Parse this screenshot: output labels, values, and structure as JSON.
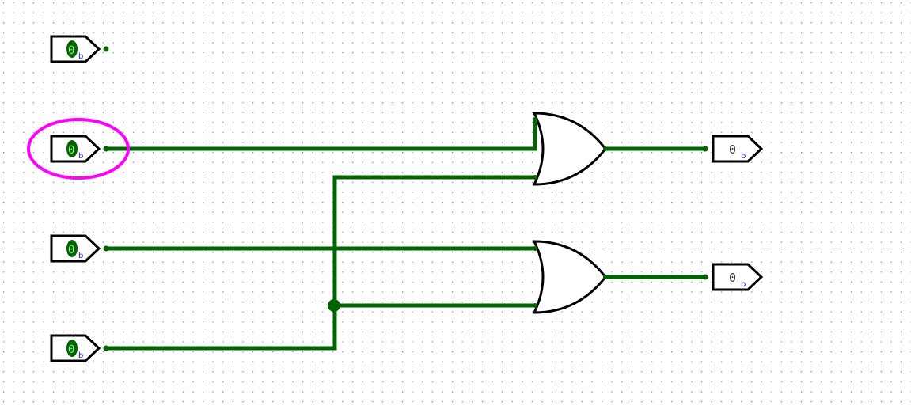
{
  "circuit": {
    "inputs": [
      {
        "value": "0",
        "radix": "b"
      },
      {
        "value": "0",
        "radix": "b"
      },
      {
        "value": "0",
        "radix": "b"
      },
      {
        "value": "0",
        "radix": "b"
      }
    ],
    "outputs": [
      {
        "value": "0",
        "radix": "b"
      },
      {
        "value": "0",
        "radix": "b"
      }
    ],
    "gates": [
      {
        "type": "OR"
      },
      {
        "type": "OR"
      }
    ]
  },
  "colors": {
    "wire": "#006400",
    "selection": "#ff00ff",
    "grid_dot": "#7a7a7a"
  }
}
